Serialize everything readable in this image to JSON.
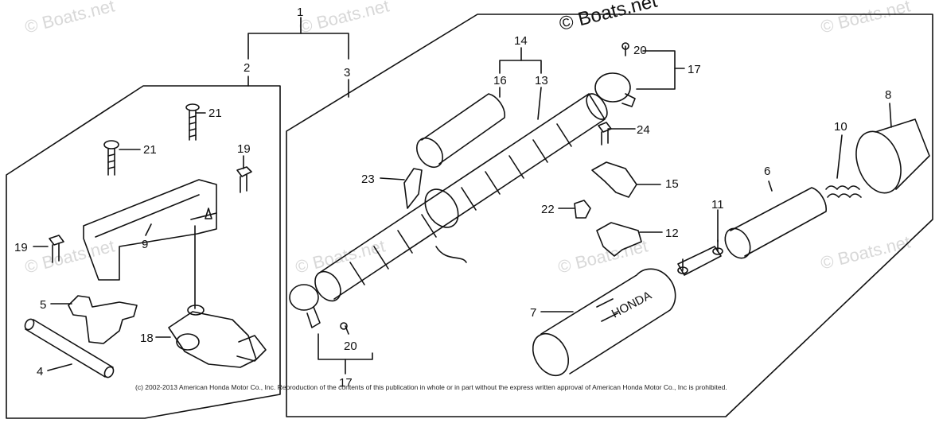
{
  "watermark": {
    "text": "© Boats.net",
    "logo_text": "© Boats.net"
  },
  "copyright": "(c) 2002-2013 American Honda Motor Co., Inc. Reproduction of the contents of this publication in whole or in part without the express written approval of American Honda Motor Co., Inc is prohibited.",
  "callouts": {
    "c1": "1",
    "c2": "2",
    "c3": "3",
    "c4": "4",
    "c5": "5",
    "c6": "6",
    "c7": "7",
    "c8": "8",
    "c9": "9",
    "c10": "10",
    "c11": "11",
    "c12": "12",
    "c13": "13",
    "c14": "14",
    "c15": "15",
    "c16": "16",
    "c17a": "17",
    "c17b": "17",
    "c18": "18",
    "c19a": "19",
    "c19b": "19",
    "c20a": "20",
    "c20b": "20",
    "c21a": "21",
    "c21b": "21",
    "c22": "22",
    "c23": "23",
    "c24": "24"
  },
  "brand_mark": "HONDA"
}
